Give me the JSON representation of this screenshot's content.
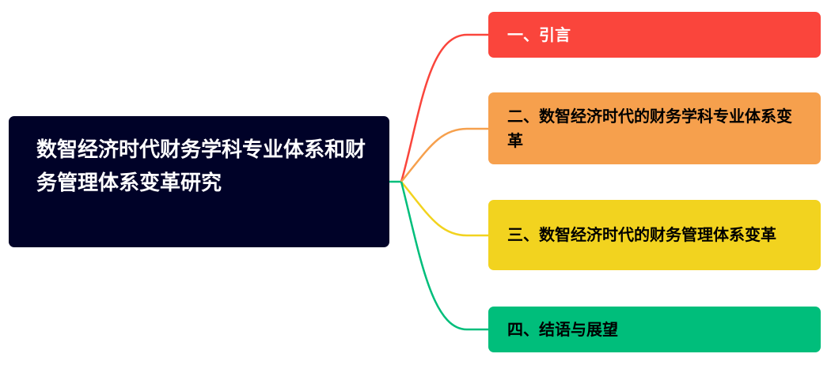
{
  "root": {
    "title": "数智经济时代财务学科专业体系和财务管理体系变革研究",
    "color": "#000228"
  },
  "branches": [
    {
      "label": "一、引言",
      "color": "#FA453C",
      "text_color": "#ffffff"
    },
    {
      "label": "二、数智经济时代的财务学科专业体系变革",
      "color": "#F6A04D",
      "text_color": "#000000"
    },
    {
      "label": "三、数智经济时代的财务管理体系变革",
      "color": "#F2D31F",
      "text_color": "#000000"
    },
    {
      "label": "四、结语与展望",
      "color": "#00BE7B",
      "text_color": "#000000"
    }
  ]
}
